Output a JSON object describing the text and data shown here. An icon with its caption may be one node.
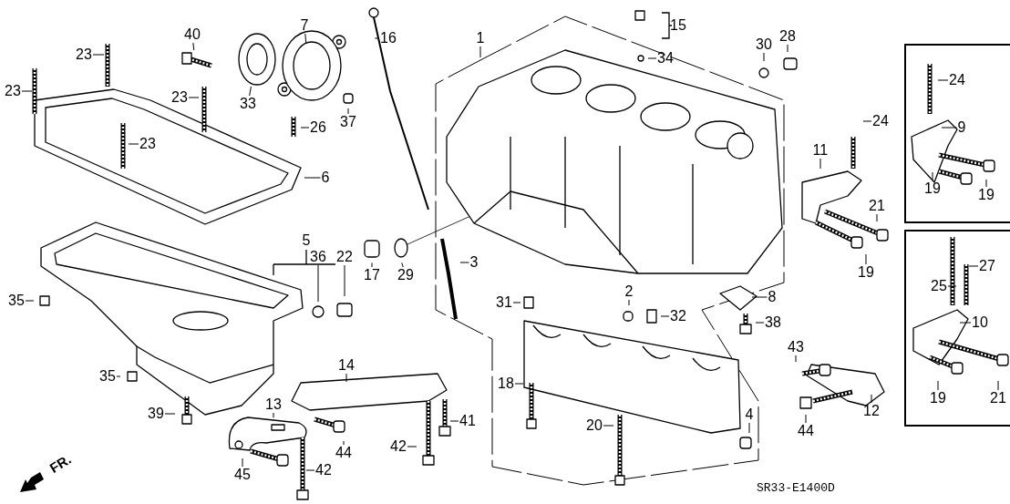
{
  "diagram": {
    "nodes": [
      {
        "text": [
          "1"
        ]
      },
      {
        "text": [
          "2"
        ]
      },
      {
        "text": [
          "3"
        ]
      },
      {
        "text": [
          "4"
        ]
      },
      {
        "text": [
          "5"
        ]
      },
      {
        "text": [
          "6"
        ]
      },
      {
        "text": [
          "7"
        ]
      },
      {
        "text": [
          "8"
        ]
      },
      {
        "text": [
          "11"
        ]
      },
      {
        "text": [
          "12"
        ]
      },
      {
        "text": [
          "13"
        ]
      },
      {
        "text": [
          "14"
        ]
      },
      {
        "text": [
          "15"
        ]
      },
      {
        "text": [
          "16"
        ]
      },
      {
        "text": [
          "17"
        ]
      },
      {
        "text": [
          "18"
        ]
      },
      {
        "text": [
          "19"
        ]
      },
      {
        "text": [
          "20"
        ]
      },
      {
        "text": [
          "21"
        ]
      },
      {
        "text": [
          "22"
        ]
      },
      {
        "text": [
          "23"
        ]
      },
      {
        "text": [
          "23"
        ]
      },
      {
        "text": [
          "23"
        ]
      },
      {
        "text": [
          "23"
        ]
      },
      {
        "text": [
          "24"
        ]
      },
      {
        "text": [
          "26"
        ]
      },
      {
        "text": [
          "28"
        ]
      },
      {
        "text": [
          "29"
        ]
      },
      {
        "text": [
          "30"
        ]
      },
      {
        "text": [
          "31"
        ]
      },
      {
        "text": [
          "32"
        ]
      },
      {
        "text": [
          "33"
        ]
      },
      {
        "text": [
          "34"
        ]
      },
      {
        "text": [
          "35"
        ]
      },
      {
        "text": [
          "35"
        ]
      },
      {
        "text": [
          "36"
        ]
      },
      {
        "text": [
          "37"
        ]
      },
      {
        "text": [
          "38"
        ]
      },
      {
        "text": [
          "39"
        ]
      },
      {
        "text": [
          "40"
        ]
      },
      {
        "text": [
          "41"
        ]
      },
      {
        "text": [
          "42"
        ]
      },
      {
        "text": [
          "42"
        ]
      },
      {
        "text": [
          "43"
        ]
      },
      {
        "text": [
          "44"
        ]
      },
      {
        "text": [
          "44"
        ]
      },
      {
        "text": [
          "45"
        ]
      },
      {
        "text": [],
        "shape": "box"
      },
      {
        "text": [
          "24"
        ],
        "in": 47
      },
      {
        "text": [
          "9"
        ],
        "in": 47
      },
      {
        "text": [
          "19"
        ],
        "in": 47
      },
      {
        "text": [
          "19"
        ],
        "in": 47
      },
      {
        "text": [],
        "shape": "box"
      },
      {
        "text": [
          "27"
        ],
        "in": 52
      },
      {
        "text": [
          "25"
        ],
        "in": 52
      },
      {
        "text": [
          "10"
        ],
        "in": 52
      },
      {
        "text": [
          "19"
        ],
        "in": 52
      },
      {
        "text": [
          "21"
        ],
        "in": 52
      }
    ],
    "edges": [
      {
        "from": 0,
        "to": null,
        "arrow": "none"
      },
      {
        "from": 1,
        "to": null,
        "arrow": "none"
      },
      {
        "from": 2,
        "to": null,
        "arrow": "none"
      },
      {
        "from": 3,
        "to": null,
        "arrow": "none"
      },
      {
        "from": 5,
        "to": null,
        "arrow": "none"
      },
      {
        "from": 6,
        "to": null,
        "arrow": "none"
      },
      {
        "from": 7,
        "to": null,
        "arrow": "none"
      },
      {
        "from": 8,
        "to": null,
        "arrow": "none"
      },
      {
        "from": 9,
        "to": null,
        "arrow": "none"
      },
      {
        "from": 10,
        "to": null,
        "arrow": "none"
      },
      {
        "from": 11,
        "to": null,
        "arrow": "none"
      },
      {
        "from": 13,
        "to": null,
        "arrow": "none"
      },
      {
        "from": 14,
        "to": null,
        "arrow": "none"
      },
      {
        "from": 15,
        "to": null,
        "arrow": "none"
      },
      {
        "from": 16,
        "to": null,
        "arrow": "none"
      },
      {
        "from": 17,
        "to": null,
        "arrow": "none"
      },
      {
        "from": 18,
        "to": null,
        "arrow": "none"
      },
      {
        "from": 19,
        "to": null,
        "arrow": "none"
      },
      {
        "from": 20,
        "to": null,
        "arrow": "none"
      },
      {
        "from": 21,
        "to": null,
        "arrow": "none"
      },
      {
        "from": 22,
        "to": null,
        "arrow": "none"
      },
      {
        "from": 23,
        "to": null,
        "arrow": "none"
      },
      {
        "from": 24,
        "to": null,
        "arrow": "none"
      },
      {
        "from": 25,
        "to": null,
        "arrow": "none"
      },
      {
        "from": 26,
        "to": null,
        "arrow": "none"
      },
      {
        "from": 27,
        "to": null,
        "arrow": "none"
      },
      {
        "from": 28,
        "to": null,
        "arrow": "none"
      },
      {
        "from": 29,
        "to": null,
        "arrow": "none"
      },
      {
        "from": 30,
        "to": null,
        "arrow": "none"
      },
      {
        "from": 31,
        "to": null,
        "arrow": "none"
      },
      {
        "from": 32,
        "to": null,
        "arrow": "none"
      },
      {
        "from": 33,
        "to": null,
        "arrow": "none"
      },
      {
        "from": 34,
        "to": null,
        "arrow": "none"
      },
      {
        "from": 35,
        "to": null,
        "arrow": "none"
      },
      {
        "from": 36,
        "to": null,
        "arrow": "none"
      },
      {
        "from": 37,
        "to": null,
        "arrow": "none"
      },
      {
        "from": 38,
        "to": null,
        "arrow": "none"
      },
      {
        "from": 39,
        "to": null,
        "arrow": "none"
      },
      {
        "from": 40,
        "to": null,
        "arrow": "none"
      },
      {
        "from": 41,
        "to": null,
        "arrow": "none"
      },
      {
        "from": 42,
        "to": null,
        "arrow": "none"
      },
      {
        "from": 43,
        "to": null,
        "arrow": "none"
      },
      {
        "from": 44,
        "to": null,
        "arrow": "none"
      },
      {
        "from": 45,
        "to": null,
        "arrow": "none"
      },
      {
        "from": 46,
        "to": null,
        "arrow": "none"
      },
      {
        "from": 48,
        "to": null,
        "arrow": "none"
      },
      {
        "from": 49,
        "to": null,
        "arrow": "none"
      },
      {
        "from": 50,
        "to": null,
        "arrow": "none"
      },
      {
        "from": 51,
        "to": null,
        "arrow": "none"
      },
      {
        "from": 53,
        "to": null,
        "arrow": "none"
      },
      {
        "from": 54,
        "to": null,
        "arrow": "none"
      },
      {
        "from": 55,
        "to": null,
        "arrow": "none"
      },
      {
        "from": 56,
        "to": null,
        "arrow": "none"
      },
      {
        "from": 57,
        "to": null,
        "arrow": "none"
      }
    ],
    "labels": [
      "FR.",
      "SR33-E1400D"
    ]
  }
}
